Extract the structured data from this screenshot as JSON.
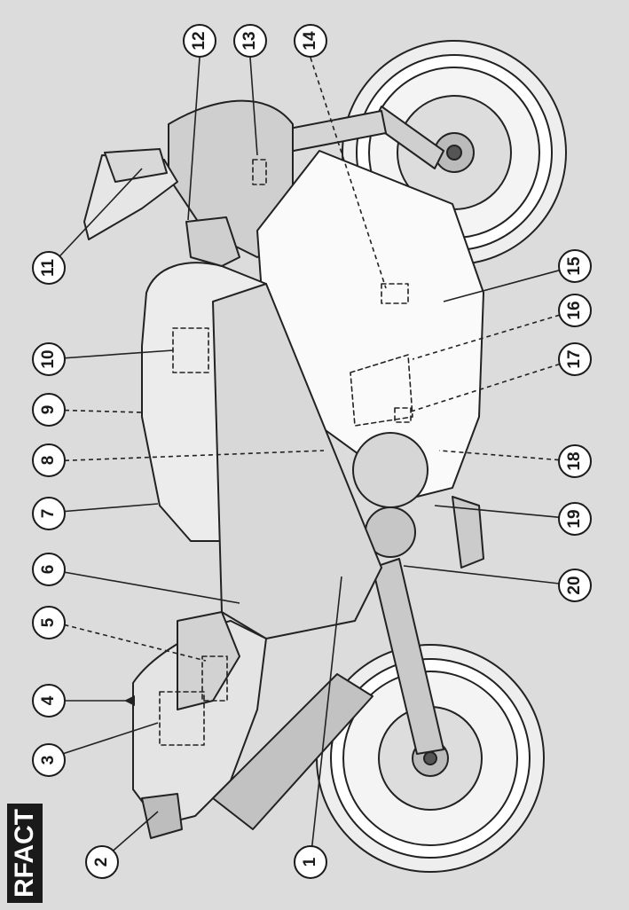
{
  "badge": "RFACT",
  "callouts": [
    "1",
    "2",
    "3",
    "4",
    "5",
    "6",
    "7",
    "8",
    "9",
    "10",
    "11",
    "12",
    "13",
    "14",
    "15",
    "16",
    "17",
    "18",
    "19",
    "20"
  ]
}
